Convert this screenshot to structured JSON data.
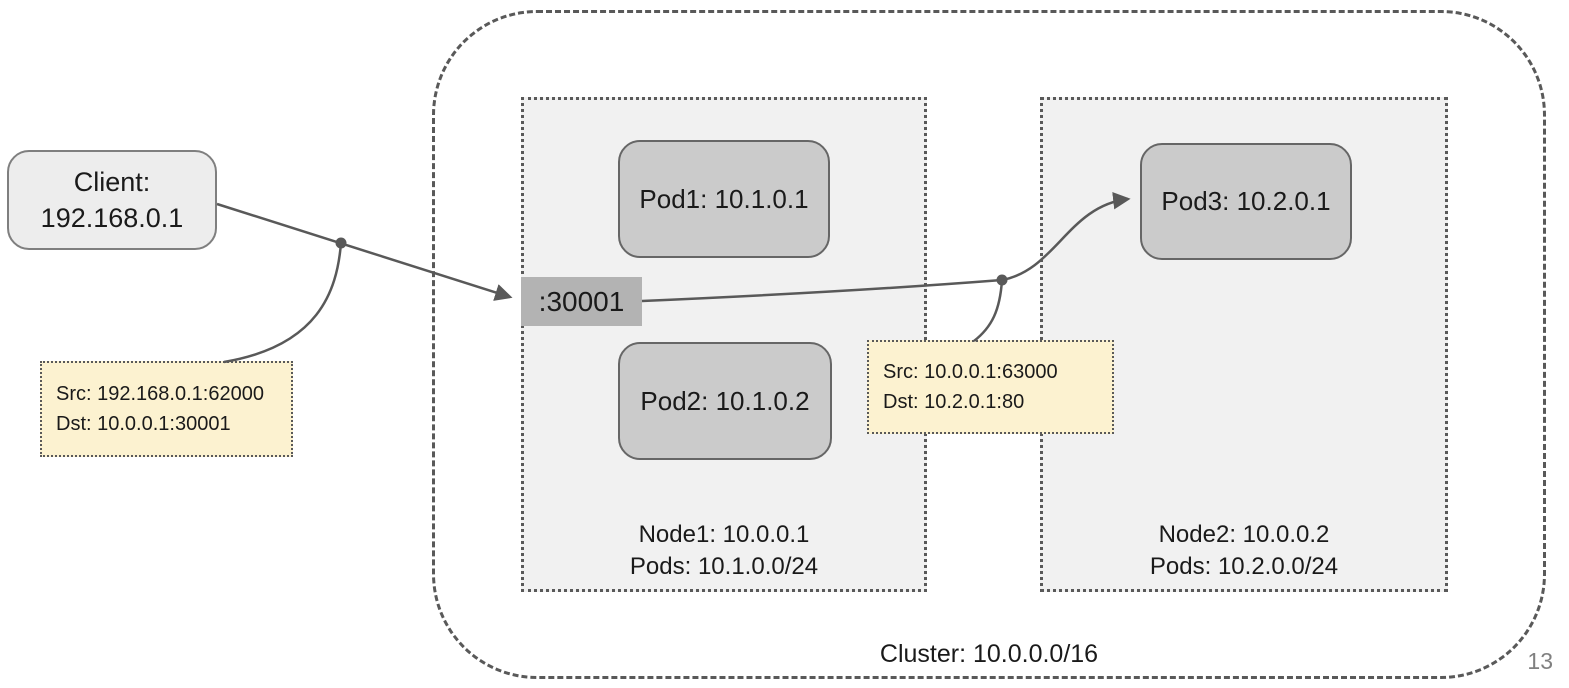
{
  "slide": {
    "page_number": "13"
  },
  "client": {
    "line1": "Client:",
    "line2": "192.168.0.1"
  },
  "cluster": {
    "label": "Cluster: 10.0.0.0/16"
  },
  "port": {
    "label": ":30001"
  },
  "nodes": [
    {
      "title": "Node1: 10.0.0.1",
      "subtitle": "Pods: 10.1.0.0/24",
      "pods": [
        {
          "label": "Pod1: 10.1.0.1"
        },
        {
          "label": "Pod2: 10.1.0.2"
        }
      ]
    },
    {
      "title": "Node2: 10.0.0.2",
      "subtitle": "Pods: 10.2.0.0/24",
      "pods": [
        {
          "label": "Pod3: 10.2.0.1"
        }
      ]
    }
  ],
  "nat_notes": [
    {
      "src": "Src: 192.168.0.1:62000",
      "dst": "Dst: 10.0.0.1:30001"
    },
    {
      "src": "Src: 10.0.0.1:63000",
      "dst": "Dst: 10.2.0.1:80"
    }
  ],
  "colors": {
    "line": "#595959",
    "note-bg": "#FCF2D0",
    "note-border": "#595959",
    "pod-bg": "#CBCBCB",
    "pod-border": "#666666",
    "node-bg": "#F1F1F1",
    "node-border": "#595959",
    "client-bg": "#EDEDED",
    "client-border": "#7F7F7F",
    "port-bg": "#B3B3B3",
    "cluster-border": "#595959",
    "text": "#1A1A1A",
    "page-number": "#808080"
  }
}
